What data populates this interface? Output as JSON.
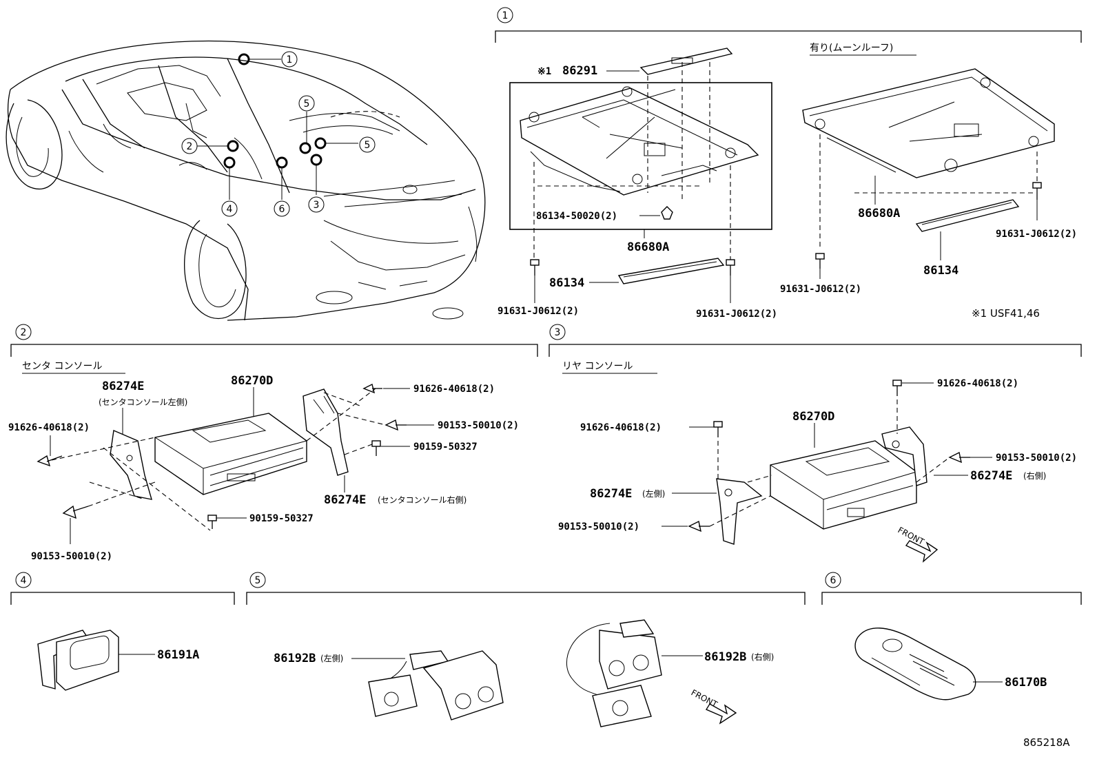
{
  "sections": [
    {
      "num": "1",
      "sub": "有り(ムーンルーフ)"
    },
    {
      "num": "2",
      "sub": "センタ コンソール"
    },
    {
      "num": "3",
      "sub": "リヤ コンソール"
    },
    {
      "num": "4",
      "sub": ""
    },
    {
      "num": "5",
      "sub": ""
    },
    {
      "num": "6",
      "sub": ""
    }
  ],
  "car_callouts": [
    "1",
    "2",
    "3",
    "4",
    "5",
    "5",
    "6"
  ],
  "labels": {
    "s1": {
      "p86291_prefix": "※1",
      "p86291": "86291",
      "p86134_50020": "86134-50020(2)",
      "p86680A_left": "86680A",
      "p86134_left": "86134",
      "p91631_a": "91631-J0612(2)",
      "p91631_b": "91631-J0612(2)",
      "p86680A_right": "86680A",
      "p91631_c": "91631-J0612(2)",
      "p86134_right": "86134",
      "p91631_d": "91631-J0612(2)",
      "note": "※1 USF41,46"
    },
    "s2": {
      "p86274E_l": "86274E",
      "p86274E_l_note": "(センタコンソール左側)",
      "p86270D": "86270D",
      "p91626_l": "91626-40618(2)",
      "p91626_r": "91626-40618(2)",
      "p90153_r": "90153-50010(2)",
      "p90159_a": "90159-50327",
      "p86274E_r": "86274E",
      "p86274E_r_note": "(センタコンソール右側)",
      "p90159_b": "90159-50327",
      "p90153_l": "90153-50010(2)"
    },
    "s3": {
      "p91626_top": "91626-40618(2)",
      "p86270D": "86270D",
      "p91626_l": "91626-40618(2)",
      "p90153_r": "90153-50010(2)",
      "p86274E_r": "86274E",
      "p86274E_r_note": "(右側)",
      "p86274E_l": "86274E",
      "p86274E_l_note": "(左側)",
      "p90153_l": "90153-50010(2)",
      "front": "FRONT"
    },
    "s4": {
      "p86191A": "86191A"
    },
    "s5": {
      "p86192B_l": "86192B",
      "p86192B_l_note": "(左側)",
      "p86192B_r": "86192B",
      "p86192B_r_note": "(右側)",
      "front": "FRONT"
    },
    "s6": {
      "p86170B": "86170B"
    }
  },
  "figure_id": "865218A"
}
